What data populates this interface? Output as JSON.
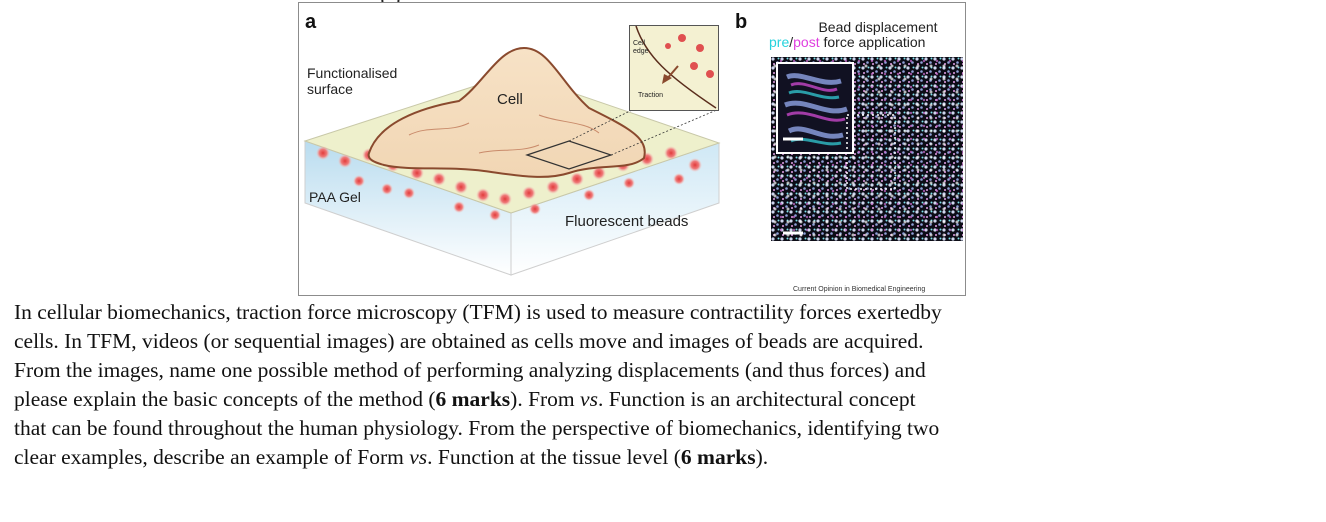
{
  "figure": {
    "top_crop_text": "(         )",
    "panel_a": {
      "letter": "a",
      "functionalised_surface": "Functionalised\nsurface",
      "cell": "Cell",
      "paa_gel": "PAA Gel",
      "fluorescent_beads": "Fluorescent beads",
      "inset_cell_edge": "Cell\nedge",
      "inset_traction": "Traction"
    },
    "panel_b": {
      "letter": "b",
      "title_line1": "Bead displacement",
      "title_pre": "pre",
      "title_slash": "/",
      "title_post": "post",
      "title_rest": " force application",
      "colors": {
        "pre": "#27d3dd",
        "post": "#e040e0"
      }
    },
    "credit": "Current Opinion in Biomedical Engineering"
  },
  "question": {
    "line1": "In cellular biomechanics, traction force microscopy (TFM) is used to measure contractility forces exertedby",
    "line2": "cells. In TFM, videos (or sequential images) are obtained as cells move and images of beads are acquired.",
    "line3": "From the images, name one possible method of performing analyzing displacements (and thus forces) and",
    "line4_a": "please explain the basic concepts of the method (",
    "line4_bold": "6 marks",
    "line4_b": "). From ",
    "line4_vs": "vs",
    "line4_c": ". Function is an architectural concept",
    "line5": "that can be found throughout the human physiology. From the perspective of biomechanics, identifying two",
    "line6_a": "clear examples, describe an example of Form ",
    "line6_vs": "vs",
    "line6_b": ". Function at the tissue level (",
    "line6_bold": "6 marks",
    "line6_c": ")."
  }
}
